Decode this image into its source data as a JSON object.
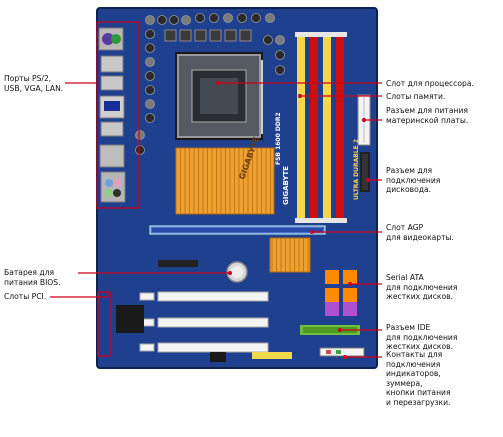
{
  "board": {
    "brand": "GIGABYTE",
    "chip_marking": "GIGABYTE",
    "pcb_text": "ULTRA DURABLE 2",
    "fsb_text": "FSB 1600 DDR2"
  },
  "labels": {
    "ports": "Порты PS/2,\nUSB, VGA, LAN.",
    "battery": "Батарея для\nпитания BIOS.",
    "pci": "Слоты PCI.",
    "cpu_slot": "Слот для процессора.",
    "memory_slots": "Слоты памяти.",
    "power_main": "Разъем для питания\nматеринской платы.",
    "floppy": "Разъем для\nподключения\nдисковода.",
    "agp": "Слот AGP\nдля видеокарты.",
    "sata": "Serial ATA\nдля подключения\nжестких дисков.",
    "ide": "Разъем IDE\nдля подключения\nжестких дисков.",
    "front_panel": "Контакты для\nподключения\nиндикаторов,\nзуммера,\nкнопки питания\nи перезагрузки."
  },
  "colors": {
    "pcb": "#1f3f8f",
    "pcb_dark": "#16306f",
    "callout": "#d0001a",
    "heatsink": "#f0a030",
    "dimm_red": "#cc1010",
    "dimm_yellow": "#f2d84a",
    "sata_orange": "#ff8a00",
    "sata_purple": "#b04fd0",
    "ide_green": "#6fbf3a",
    "pci_white": "#f4f4f4"
  }
}
